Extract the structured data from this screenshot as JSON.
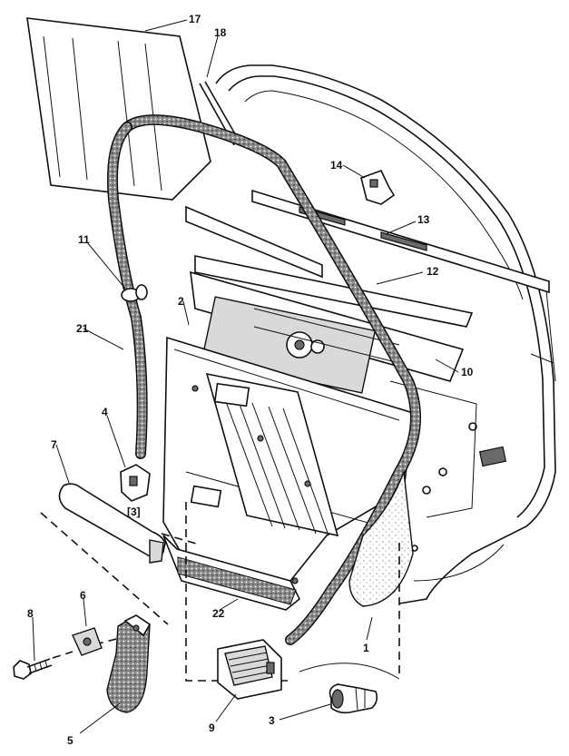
{
  "callouts": {
    "c1": "1",
    "c2": "2",
    "c3": "3",
    "c4": "4",
    "c5": "5",
    "c6": "6",
    "c7": "7",
    "c8": "8",
    "c9": "9",
    "c10": "10",
    "c11": "11",
    "c12": "12",
    "c13": "13",
    "c14": "14",
    "c17": "17",
    "c18": "18",
    "c21": "21",
    "c22": "22",
    "c3b": "[3]"
  },
  "colors": {
    "ink": "#111111",
    "foam": "#6a6a6a",
    "paper": "#ffffff",
    "shade": "#d9d9d9"
  }
}
